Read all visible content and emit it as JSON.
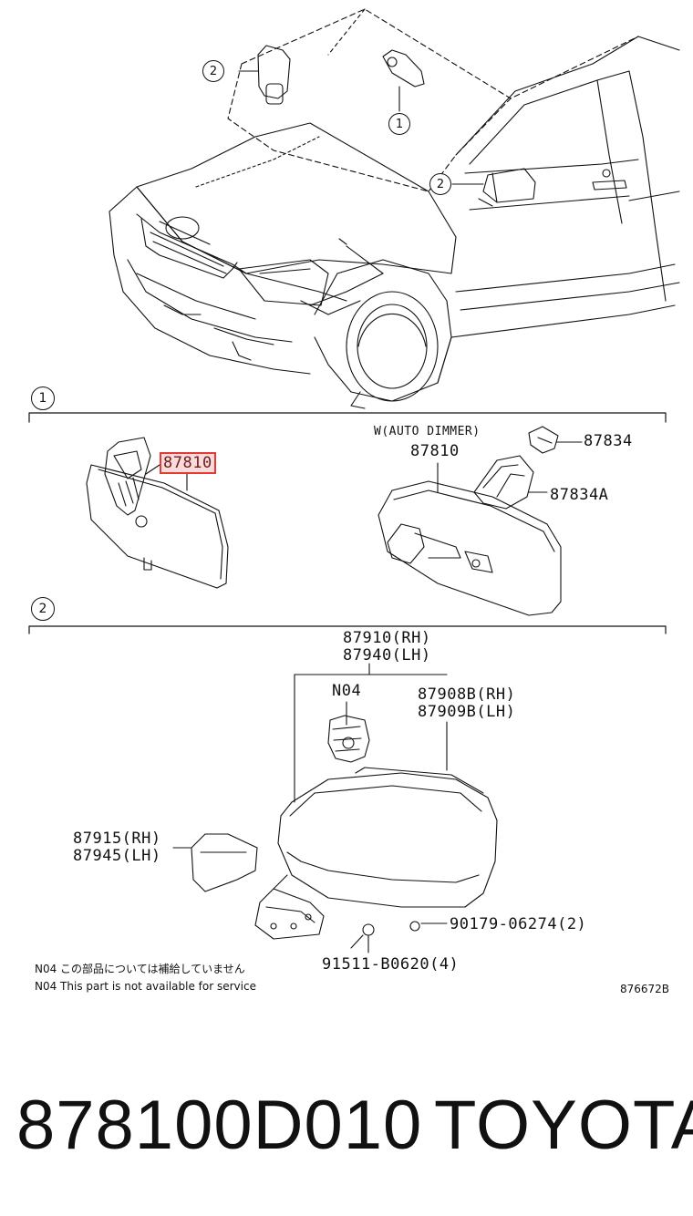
{
  "callouts": {
    "inner_mirror_top": "2",
    "roof_lamp_mirror": "1",
    "door_mirror": "2"
  },
  "sections": {
    "section_1": "1",
    "section_2": "2"
  },
  "section1": {
    "part_highlighted": "87810",
    "auto_dimmer_label": "W(AUTO DIMMER)",
    "auto_dimmer_part": "87810",
    "cover_part": "87834",
    "cover_part_a": "87834A"
  },
  "section2": {
    "mirror_assy_rh": "87910(RH)",
    "mirror_assy_lh": "87940(LH)",
    "n04_label": "N04",
    "outer_mirror_rh": "87908B(RH)",
    "outer_mirror_lh": "87909B(LH)",
    "cover_rh": "87915(RH)",
    "cover_lh": "87945(LH)",
    "screw": "90179-06274(2)",
    "bolt": "91511-B0620(4)"
  },
  "notes": {
    "jp": "N04 この部品については補給していません",
    "en": "N04 This part is not available for service"
  },
  "diagram_code": "876672B",
  "footer": {
    "part_number": "878100D010",
    "brand": "TOYOTA"
  },
  "colors": {
    "highlight_border": "#e53935",
    "line": "#111111"
  }
}
